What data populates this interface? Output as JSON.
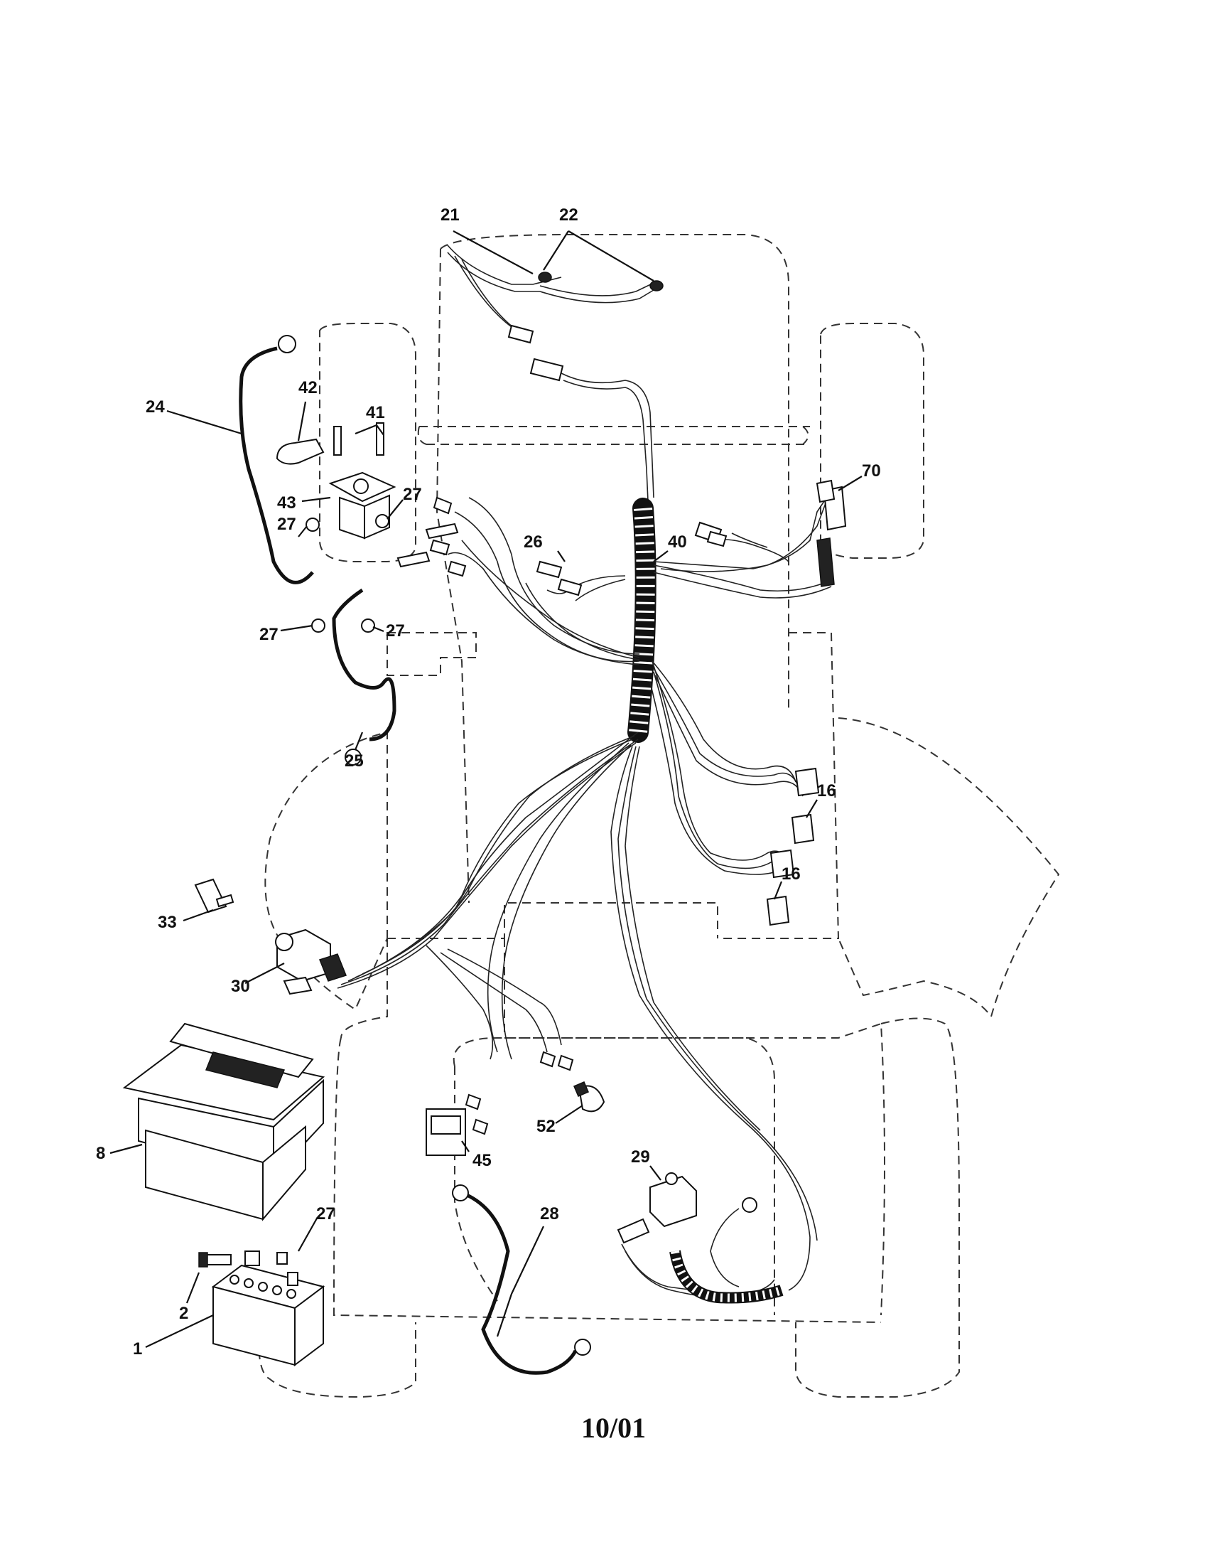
{
  "footer": {
    "date": "10/01"
  },
  "callouts": {
    "c21": "21",
    "c22": "22",
    "c24": "24",
    "c42": "42",
    "c41": "41",
    "c43": "43",
    "c27a": "27",
    "c27b": "27",
    "c27c": "27",
    "c27d": "27",
    "c27e": "27",
    "c70": "70",
    "c26": "26",
    "c40": "40",
    "c25": "25",
    "c16a": "16",
    "c16b": "16",
    "c33": "33",
    "c30": "30",
    "c8": "8",
    "c45": "45",
    "c52": "52",
    "c29": "29",
    "c28": "28",
    "c2": "2",
    "c1": "1"
  },
  "colors": {
    "line": "#111111",
    "background": "#ffffff"
  }
}
